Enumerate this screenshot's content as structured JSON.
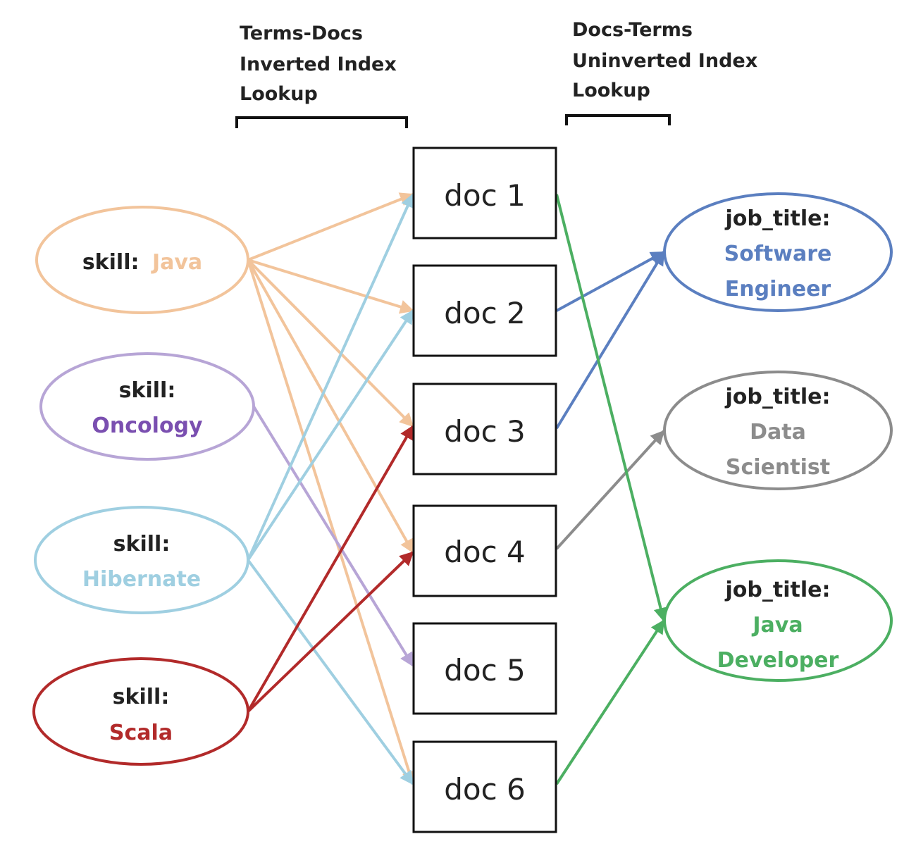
{
  "headers": {
    "left": [
      "Terms-Docs",
      "Inverted Index",
      "Lookup"
    ],
    "right": [
      "Docs-Terms",
      "Uninverted Index",
      "Lookup"
    ]
  },
  "colors": {
    "text_dark": "#222222",
    "doc_border": "#111111",
    "java": "#f2c49b",
    "oncology_edge": "#b7a5d6",
    "oncology_text": "#7a4fb0",
    "hibernate": "#9fcfe1",
    "scala": "#b22a2a",
    "software_engineer": "#5b7fc0",
    "data_scientist": "#8c8c8c",
    "java_developer": "#4caf62"
  },
  "skills": [
    {
      "id": "java",
      "key": "skill:",
      "value": "Java",
      "inline": true,
      "edge_color": "#f2c49b",
      "text_color": "#f2c49b",
      "docs": [
        1,
        2,
        3,
        4,
        6
      ]
    },
    {
      "id": "oncology",
      "key": "skill:",
      "value": "Oncology",
      "inline": false,
      "edge_color": "#b7a5d6",
      "text_color": "#7a4fb0",
      "docs": [
        5
      ]
    },
    {
      "id": "hibernate",
      "key": "skill:",
      "value": "Hibernate",
      "inline": false,
      "edge_color": "#9fcfe1",
      "text_color": "#9fcfe1",
      "docs": [
        1,
        2,
        6
      ]
    },
    {
      "id": "scala",
      "key": "skill:",
      "value": "Scala",
      "inline": false,
      "edge_color": "#b22a2a",
      "text_color": "#b22a2a",
      "docs": [
        3,
        4
      ]
    }
  ],
  "docs": [
    "doc 1",
    "doc 2",
    "doc 3",
    "doc 4",
    "doc 5",
    "doc 6"
  ],
  "job_titles": [
    {
      "id": "software-engineer",
      "key": "job_title:",
      "lines": [
        "Software",
        "Engineer"
      ],
      "color": "#5b7fc0",
      "docs": [
        2,
        3
      ]
    },
    {
      "id": "data-scientist",
      "key": "job_title:",
      "lines": [
        "Data",
        "Scientist"
      ],
      "color": "#8c8c8c",
      "docs": [
        4
      ]
    },
    {
      "id": "java-developer",
      "key": "job_title:",
      "lines": [
        "Java",
        "Developer"
      ],
      "color": "#4caf62",
      "docs": [
        1,
        6
      ]
    }
  ]
}
